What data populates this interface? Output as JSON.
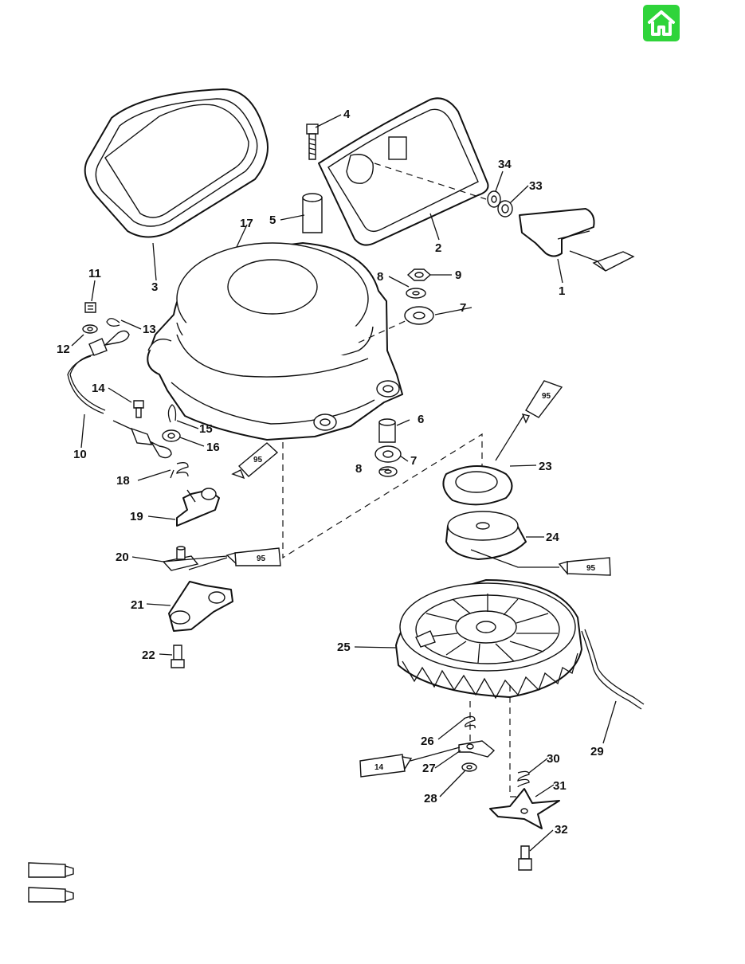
{
  "home_button": {
    "icon": "home-icon",
    "color": "#2fd43a"
  },
  "callouts": [
    "1",
    "2",
    "3",
    "4",
    "5",
    "6",
    "7",
    "7",
    "8",
    "8",
    "9",
    "10",
    "11",
    "12",
    "13",
    "14",
    "15",
    "16",
    "17",
    "18",
    "19",
    "20",
    "21",
    "22",
    "23",
    "24",
    "25",
    "26",
    "27",
    "28",
    "29",
    "30",
    "31",
    "32",
    "33",
    "34"
  ],
  "tube_labels": [
    "95",
    "95",
    "95",
    "95",
    "14"
  ]
}
